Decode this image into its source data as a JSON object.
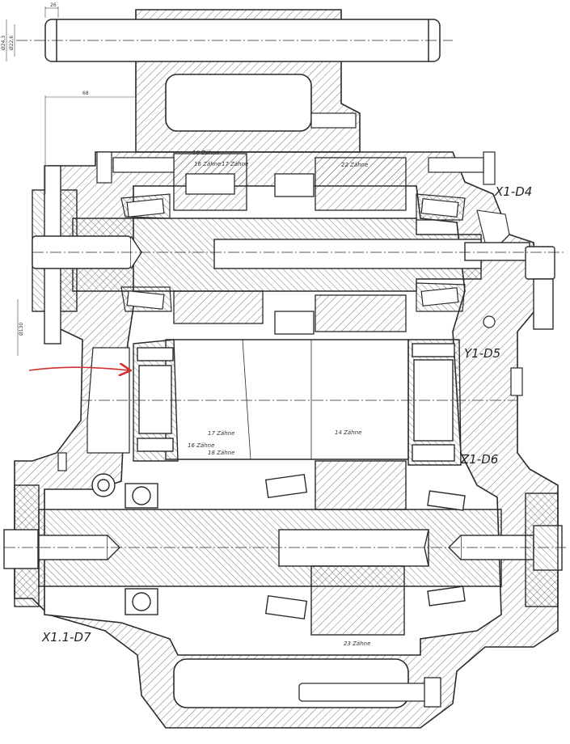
{
  "labels": {
    "x1_d4": "X1-D4",
    "y1_d5": "Y1-D5",
    "z1_d6": "Z1-D6",
    "x11_d7": "X1.1-D7"
  },
  "teeth": {
    "t18_top": "18 Zähne",
    "t16_top": "16 Zähne",
    "t17_top": "17 Zähne",
    "t22": "22 Zähne",
    "t17_bot": "17 Zähne",
    "t16_bot": "16 Zähne",
    "t18_bot": "18 Zähne",
    "t14": "14 Zähne",
    "t23": "23 Zähne"
  },
  "dimensions": {
    "d26": "26",
    "d68": "68",
    "d243": "Ø24,3",
    "d226": "Ø22,6",
    "d130": "Ø130"
  },
  "colors": {
    "line": "#2a2a2a",
    "hatch": "#555555",
    "annotation_arrow": "#d0312d"
  }
}
